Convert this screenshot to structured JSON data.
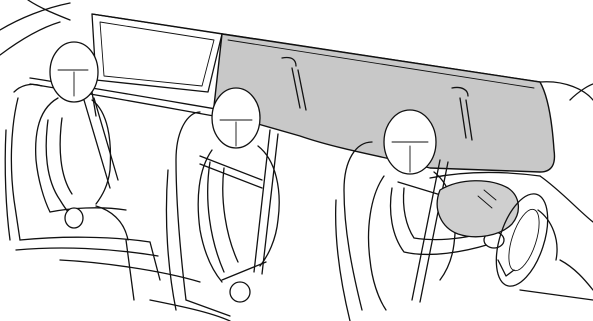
{
  "figure": {
    "subject": "side-curtain-airbag-deployment-illustration",
    "colors": {
      "line": "#111111",
      "background": "#ffffff",
      "curtain_airbag_fill": "#c8c8c8",
      "front_airbag_fill": "#cfcfcf"
    },
    "icons": [
      "occupant-figure",
      "seat-belt",
      "steering-wheel",
      "curtain-airbag",
      "front-airbag"
    ]
  }
}
